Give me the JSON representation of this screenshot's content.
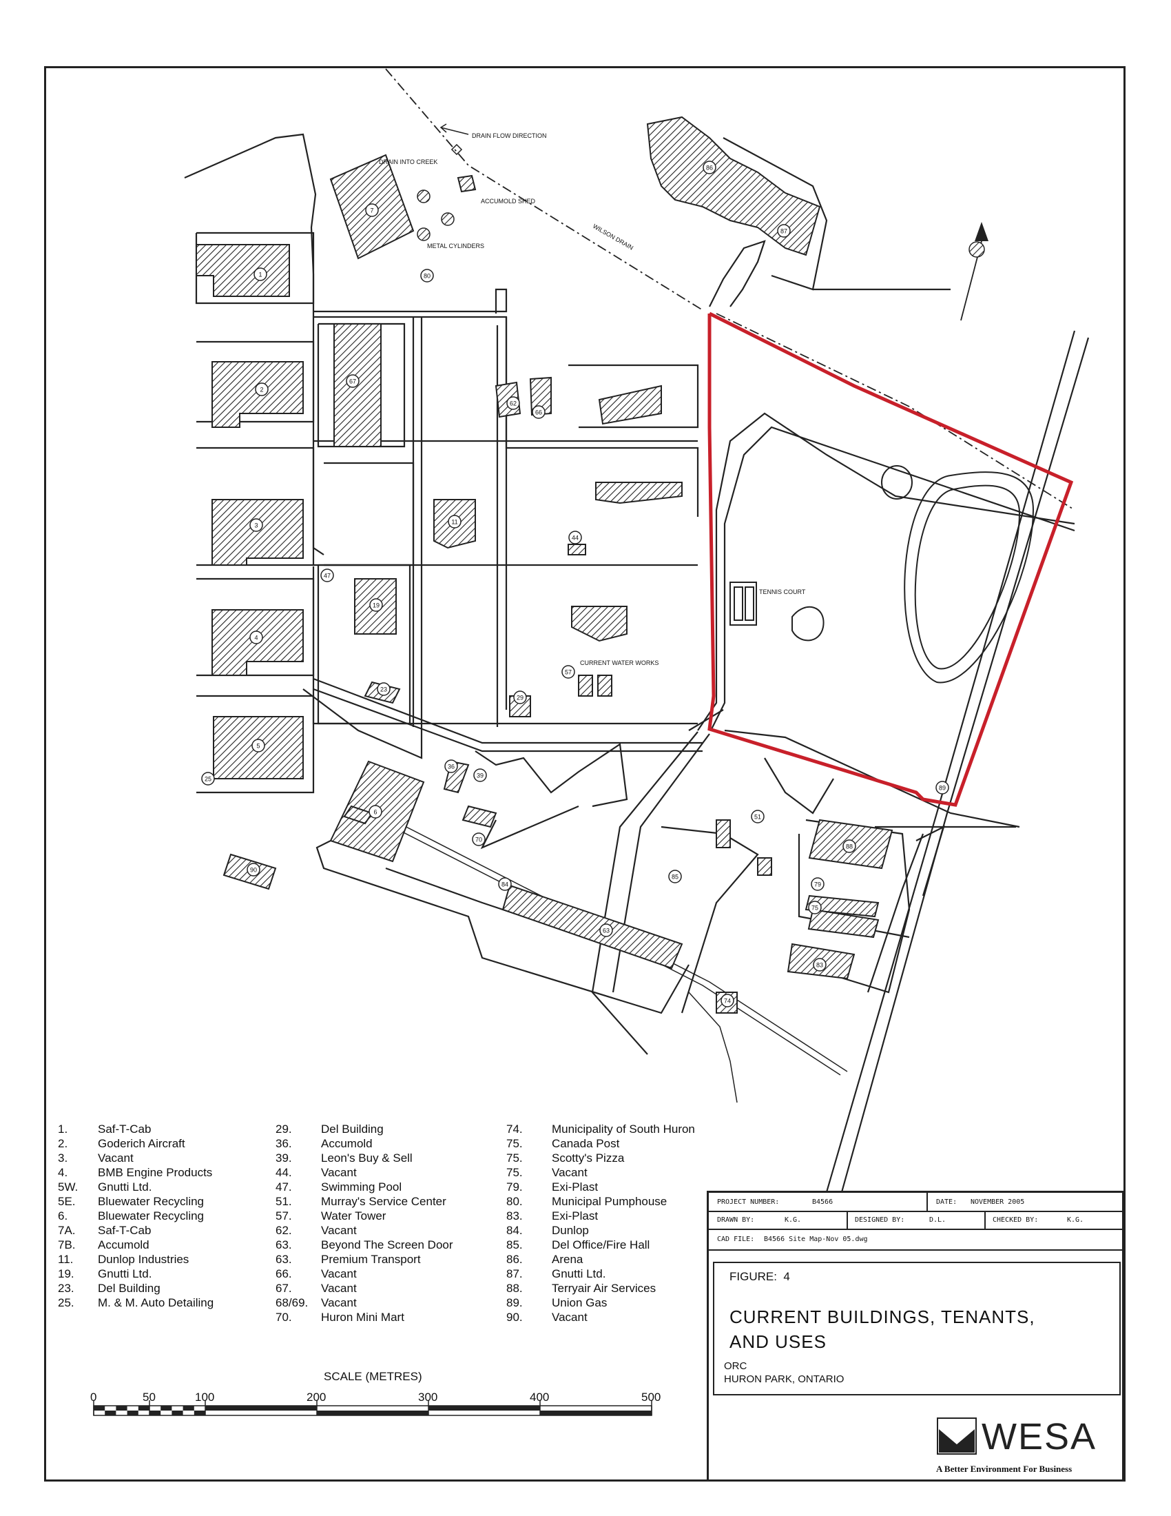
{
  "map": {
    "annotations": {
      "drain_flow": "DRAIN FLOW DIRECTION",
      "drain_into_creek": "DRAIN INTO CREEK",
      "accumold_shed": "ACCUMOLD SHED",
      "metal_cylinders": "METAL CYLINDERS",
      "wilson_drain": "WILSON DRAIN",
      "tennis_court": "TENNIS COURT",
      "current_water_works": "CURRENT WATER WORKS"
    },
    "building_labels": [
      "1",
      "2",
      "3",
      "4",
      "5",
      "6",
      "7",
      "11",
      "19",
      "23",
      "25",
      "29",
      "36",
      "39",
      "44",
      "47",
      "51",
      "57",
      "62",
      "63",
      "66",
      "67",
      "70",
      "74",
      "75",
      "79",
      "80",
      "83",
      "84",
      "85",
      "86",
      "87",
      "88",
      "89",
      "90"
    ],
    "north_arrow": "N",
    "boundary_color": "#c8202a"
  },
  "legend": {
    "col1": [
      {
        "num": "1.",
        "name": "Saf-T-Cab"
      },
      {
        "num": "2.",
        "name": "Goderich Aircraft"
      },
      {
        "num": "3.",
        "name": "Vacant"
      },
      {
        "num": "4.",
        "name": "BMB Engine Products"
      },
      {
        "num": "5W.",
        "name": "Gnutti Ltd."
      },
      {
        "num": "5E.",
        "name": "Bluewater Recycling"
      },
      {
        "num": "6.",
        "name": "Bluewater Recycling"
      },
      {
        "num": "7A.",
        "name": "Saf-T-Cab"
      },
      {
        "num": "7B.",
        "name": "Accumold"
      },
      {
        "num": "11.",
        "name": "Dunlop Industries"
      },
      {
        "num": "19.",
        "name": "Gnutti Ltd."
      },
      {
        "num": "23.",
        "name": "Del Building"
      },
      {
        "num": "25.",
        "name": "M. & M. Auto Detailing"
      }
    ],
    "col2": [
      {
        "num": "29.",
        "name": "Del Building"
      },
      {
        "num": "36.",
        "name": "Accumold"
      },
      {
        "num": "39.",
        "name": "Leon's Buy & Sell"
      },
      {
        "num": "44.",
        "name": "Vacant"
      },
      {
        "num": "47.",
        "name": "Swimming Pool"
      },
      {
        "num": "51.",
        "name": "Murray's Service Center"
      },
      {
        "num": "57.",
        "name": "Water Tower"
      },
      {
        "num": "62.",
        "name": "Vacant"
      },
      {
        "num": "63.",
        "name": "Beyond The Screen Door"
      },
      {
        "num": "63.",
        "name": "Premium Transport"
      },
      {
        "num": "66.",
        "name": "Vacant"
      },
      {
        "num": "67.",
        "name": "Vacant"
      },
      {
        "num": "68/69.",
        "name": "Vacant"
      },
      {
        "num": "70.",
        "name": "Huron Mini Mart"
      }
    ],
    "col3": [
      {
        "num": "74.",
        "name": "Municipality of South Huron"
      },
      {
        "num": "75.",
        "name": "Canada Post"
      },
      {
        "num": "75.",
        "name": "Scotty's Pizza"
      },
      {
        "num": "75.",
        "name": "Vacant"
      },
      {
        "num": "79.",
        "name": "Exi-Plast"
      },
      {
        "num": "80.",
        "name": "Municipal Pumphouse"
      },
      {
        "num": "83.",
        "name": "Exi-Plast"
      },
      {
        "num": "84.",
        "name": "Dunlop"
      },
      {
        "num": "85.",
        "name": "Del Office/Fire Hall"
      },
      {
        "num": "86.",
        "name": "Arena"
      },
      {
        "num": "87.",
        "name": "Gnutti Ltd."
      },
      {
        "num": "88.",
        "name": "Terryair Air Services"
      },
      {
        "num": "89.",
        "name": "Union Gas"
      },
      {
        "num": "90.",
        "name": "Vacant"
      }
    ]
  },
  "scale": {
    "title": "SCALE (METRES)",
    "ticks": [
      "0",
      "50",
      "100",
      "200",
      "300",
      "400",
      "500"
    ]
  },
  "title_block": {
    "project_number_label": "PROJECT NUMBER:",
    "project_number": "B4566",
    "date_label": "DATE:",
    "date": "NOVEMBER 2005",
    "drawn_by_label": "DRAWN BY:",
    "drawn_by": "K.G.",
    "designed_by_label": "DESIGNED BY:",
    "designed_by": "D.L.",
    "checked_by_label": "CHECKED BY:",
    "checked_by": "K.G.",
    "cad_file_label": "CAD FILE:",
    "cad_file": "B4566 Site Map-Nov 05.dwg",
    "figure_label": "FIGURE:",
    "figure_number": "4",
    "title_line1": "CURRENT BUILDINGS, TENANTS,",
    "title_line2": "AND USES",
    "org": "ORC",
    "location": "HURON PARK, ONTARIO",
    "logo_word": "WESA",
    "logo_tagline": "A Better Environment For Business"
  }
}
